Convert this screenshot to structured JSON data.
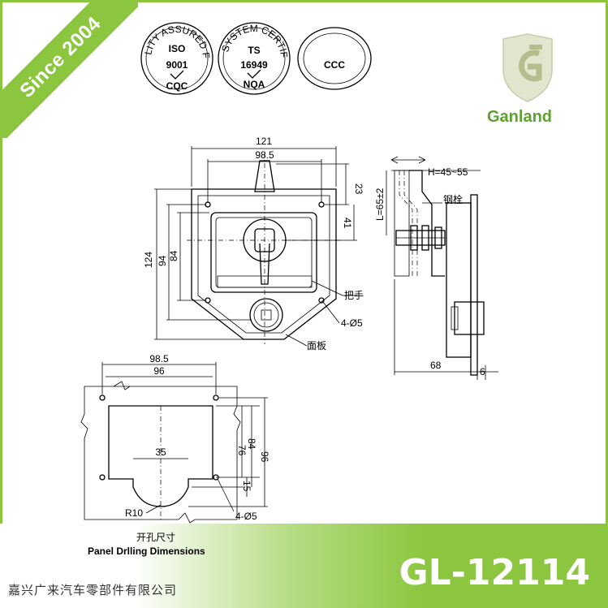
{
  "badge": {
    "since": "Since 2004"
  },
  "brand": {
    "name": "Ganland"
  },
  "certifications": {
    "iso": {
      "arc": "QUALITY ASSURED FIRM",
      "line1": "ISO",
      "line2": "9001",
      "mark": "CQC"
    },
    "ts": {
      "arc": "QUALITY SYSTEM CERTIFICATION",
      "line1": "TS",
      "line2": "16949",
      "mark": "NQA"
    },
    "ccc": {
      "label": "CCC"
    }
  },
  "front_view": {
    "dims": [
      "121",
      "98.5",
      "23",
      "41",
      "124",
      "94",
      "84"
    ],
    "labels": {
      "handle": "把手",
      "holes": "4-Ø5",
      "panel": "面板"
    }
  },
  "side_view": {
    "dims": {
      "h": "H=45~55",
      "l": "L=65±2",
      "width": "68",
      "thick": "6"
    },
    "labels": {
      "bolt": "钢栓"
    }
  },
  "cutout": {
    "dims": [
      "98.5",
      "96",
      "35",
      "76",
      "84",
      "96",
      "15",
      "R10"
    ],
    "labels": {
      "holes": "4-Ø5",
      "title_cn": "开孔尺寸",
      "title_en": "Panel Drlling Dimensions"
    }
  },
  "footer": {
    "company": "嘉兴广来汽车零部件有限公司",
    "model": "GL-12114"
  },
  "colors": {
    "accent": "#8cc63e",
    "brand_text": "#5da12f"
  }
}
